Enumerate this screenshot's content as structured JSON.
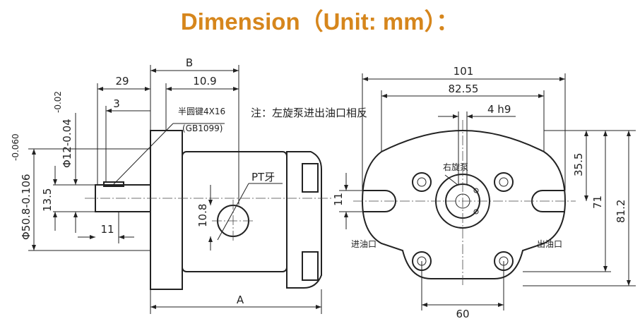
{
  "title": "Dimension（Unit: mm）：",
  "title_color": "#d6861c",
  "side_view": {
    "dim_B": "B",
    "dim_10_9": "10.9",
    "dim_29": "29",
    "dim_3": "3",
    "key_label": "半圆键4X16",
    "key_standard": "(GB1099)",
    "dim_shaft_tol": "Φ12-0.04",
    "dim_shaft_tol_upper": "-0.02",
    "dim_pilot": "Φ50.8-0.106",
    "dim_pilot_upper": "-0.060",
    "dim_13_5": "13.5",
    "dim_11": "11",
    "dim_10_8": "10.8",
    "port_label": "PT牙",
    "dim_A": "A"
  },
  "note": "注：左旋泵进出油口相反",
  "front_view": {
    "dim_101": "101",
    "dim_82_55": "82.55",
    "dim_4h9": "4 h9",
    "rotation_label": "右旋泵",
    "dim_35_5": "35.5",
    "dim_71": "71",
    "dim_81_2": "81.2",
    "dim_11": "11",
    "inlet_label": "进油口",
    "outlet_label": "出油口",
    "dim_60": "60"
  }
}
